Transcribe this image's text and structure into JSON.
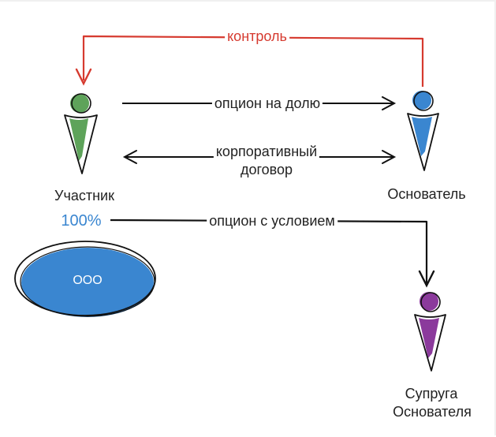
{
  "colors": {
    "control": "#d63a2f",
    "participant": "#5ea35a",
    "founder": "#3a86d0",
    "spouse": "#8b3a9c",
    "company": "#3a86d0",
    "ink": "#111111"
  },
  "arrows": {
    "control": "контроль",
    "option_share": "опцион на долю",
    "corporate_agreement_line1": "корпоративный",
    "corporate_agreement_line2": "договор",
    "conditional_option": "опцион с условием"
  },
  "people": {
    "participant": "Участник",
    "founder": "Основатель",
    "spouse_line1": "Супруга",
    "spouse_line2": "Основателя"
  },
  "company": {
    "name": "ООО",
    "share": "100%"
  }
}
